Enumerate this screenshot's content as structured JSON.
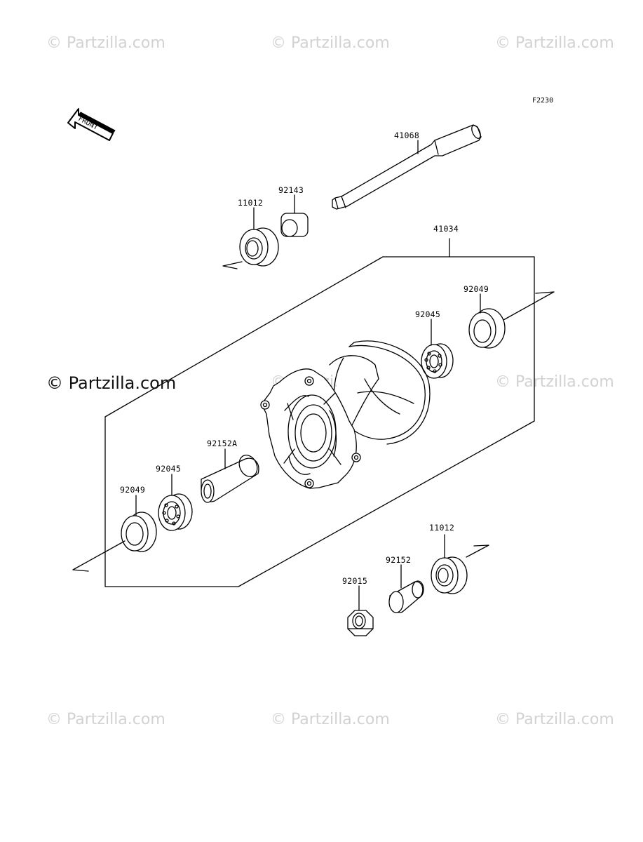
{
  "watermark": {
    "text": "© Partzilla.com",
    "color": "#d2d2d2"
  },
  "main_watermark": "© Partzilla.com",
  "diagram_code": "F2230",
  "front_label": "FRONT",
  "parts": [
    {
      "id": "p41068",
      "label": "41068"
    },
    {
      "id": "p92143",
      "label": "92143"
    },
    {
      "id": "p11012_top",
      "label": "11012"
    },
    {
      "id": "p41034",
      "label": "41034"
    },
    {
      "id": "p92049_right",
      "label": "92049"
    },
    {
      "id": "p92045_right",
      "label": "92045"
    },
    {
      "id": "p92152A",
      "label": "92152A"
    },
    {
      "id": "p92045_left",
      "label": "92045"
    },
    {
      "id": "p92049_left",
      "label": "92049"
    },
    {
      "id": "p11012_bottom",
      "label": "11012"
    },
    {
      "id": "p92152",
      "label": "92152"
    },
    {
      "id": "p92015",
      "label": "92015"
    }
  ]
}
